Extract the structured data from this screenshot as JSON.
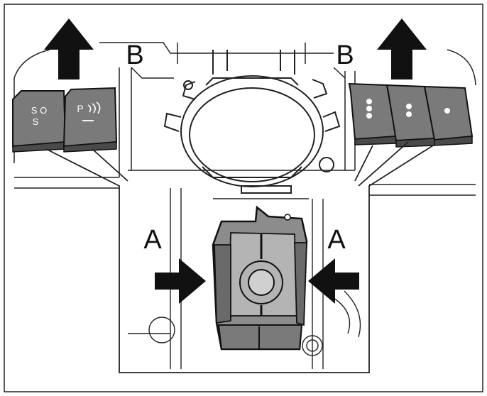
{
  "labels": {
    "b_left": "B",
    "b_right": "B",
    "a_left": "A",
    "a_right": "A"
  },
  "buttons_left": [
    {
      "icon": "sos-icon",
      "text_top": "S O",
      "text_bottom": "S"
    },
    {
      "icon": "park-assist-icon",
      "text_top": "P",
      "text_bottom": ""
    }
  ],
  "buttons_right": [
    {
      "icon": "three-dot-icon"
    },
    {
      "icon": "two-dot-icon"
    },
    {
      "icon": "one-dot-icon"
    }
  ],
  "colors": {
    "line": "#111111",
    "button_fill": "#7a7a7a",
    "module_fill": "#8c8c8c",
    "module_light": "#b4b4b4",
    "arrow": "#111111"
  }
}
